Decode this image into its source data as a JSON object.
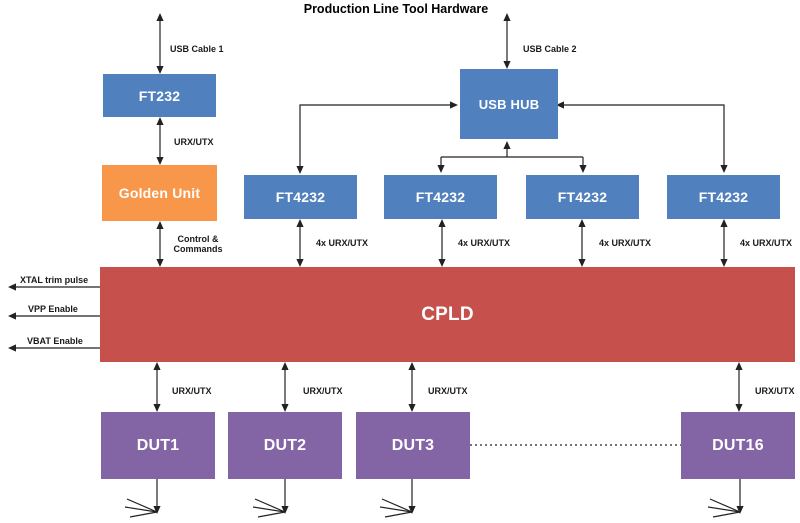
{
  "title": "Production Line Tool Hardware",
  "blocks": {
    "ft232": {
      "label": "FT232"
    },
    "golden_unit": {
      "label": "Golden Unit"
    },
    "usb_hub": {
      "label": "USB HUB"
    },
    "cpld": {
      "label": "CPLD"
    }
  },
  "ft4232_units": [
    {
      "label": "FT4232",
      "bus_label": "4x URX/UTX"
    },
    {
      "label": "FT4232",
      "bus_label": "4x URX/UTX"
    },
    {
      "label": "FT4232",
      "bus_label": "4x URX/UTX"
    },
    {
      "label": "FT4232",
      "bus_label": "4x URX/UTX"
    }
  ],
  "duts": [
    {
      "label": "DUT1",
      "bus_label": "URX/UTX"
    },
    {
      "label": "DUT2",
      "bus_label": "URX/UTX"
    },
    {
      "label": "DUT3",
      "bus_label": "URX/UTX"
    },
    {
      "label": "DUT16",
      "bus_label": "URX/UTX"
    }
  ],
  "cables": {
    "usb_cable_1": "USB Cable 1",
    "usb_cable_2": "USB Cable 2"
  },
  "links": {
    "ft232_golden": "URX/UTX",
    "control_line1": "Control &",
    "control_line2": "Commands"
  },
  "cpld_outputs": [
    "XTAL trim pulse",
    "VPP Enable",
    "VBAT Enable"
  ],
  "colors": {
    "block_blue": "#5081BE",
    "block_orange": "#F8964A",
    "block_red": "#C6514C",
    "block_purple": "#8365A5",
    "line": "#222222"
  }
}
